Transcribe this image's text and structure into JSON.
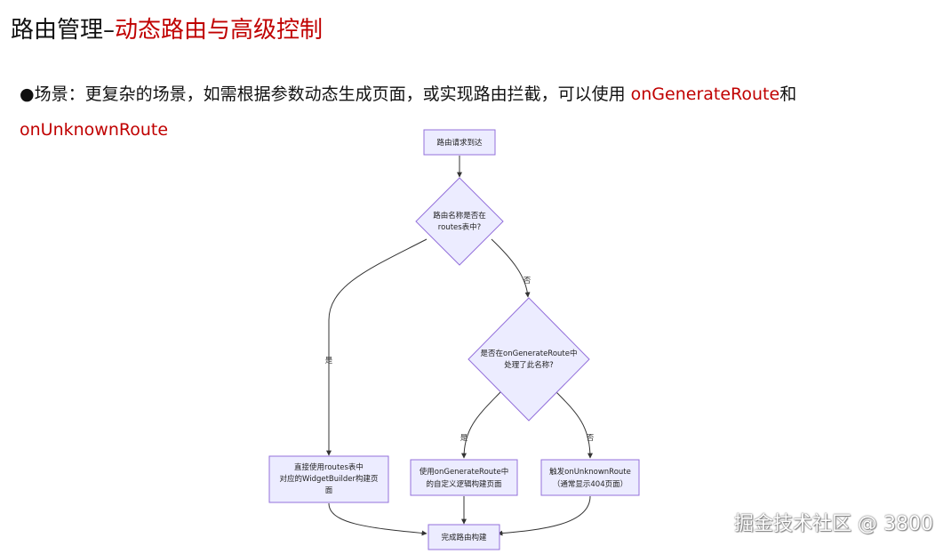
{
  "title": {
    "prefix": "路由管理–",
    "accent": "动态路由与高级控制"
  },
  "bullet": {
    "marker": "●",
    "text": "场景：更复杂的场景，如需根据参数动态生成页面，或实现路由拦截，可以使用 ",
    "accent1": "onGenerateRoute",
    "joiner": "和",
    "accent2": "onUnknownRoute"
  },
  "colors": {
    "accent": "#c00000",
    "node_fill": "#ececff",
    "node_stroke": "#9370db",
    "edge": "#333333"
  },
  "flowchart": {
    "start": "路由请求到达",
    "decision1": [
      "路由名称是否在",
      "routes表中?"
    ],
    "decision2": [
      "是否在onGenerateRoute中",
      "处理了此名称?"
    ],
    "node_routes": [
      "直接使用routes表中",
      "对应的WidgetBuilder构建页",
      "面"
    ],
    "node_generate": [
      "使用onGenerateRoute中",
      "的自定义逻辑构建页面"
    ],
    "node_unknown": [
      "触发onUnknownRoute",
      "（通常显示404页面）"
    ],
    "end": "完成路由构建",
    "label_yes_1": "是",
    "label_no_1": "否",
    "label_yes_2": "是",
    "label_no_2": "否"
  },
  "watermark": "掘金技术社区 @ 3800"
}
